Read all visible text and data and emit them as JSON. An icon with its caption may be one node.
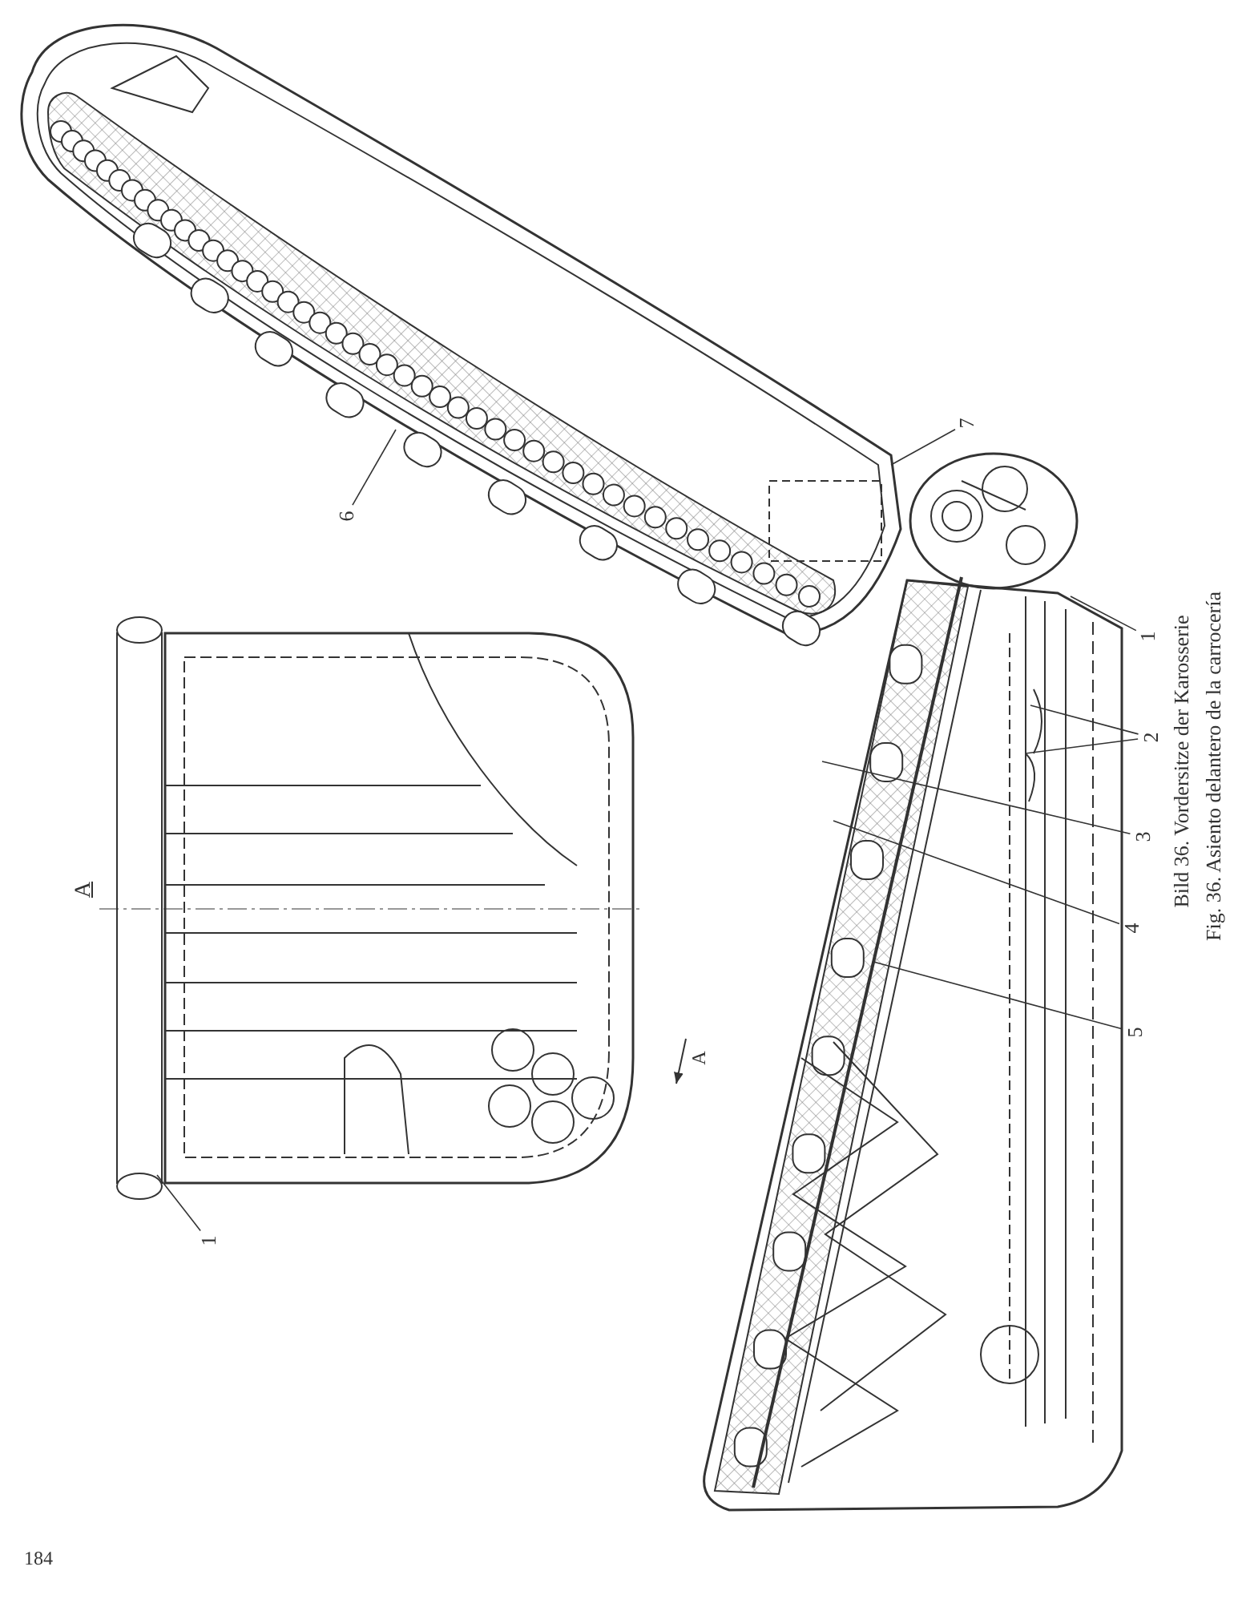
{
  "diagram": {
    "caption": "Bild 36. Vordersitze der Karosserie",
    "nodes": [
      {
        "text": [
          "6"
        ]
      },
      {
        "text": [
          "7"
        ]
      },
      {
        "text": [
          "1"
        ]
      },
      {
        "text": [
          "1"
        ]
      },
      {
        "text": [
          "2"
        ]
      },
      {
        "text": [
          "3"
        ]
      },
      {
        "text": [
          "4"
        ]
      },
      {
        "text": [
          "5"
        ]
      }
    ],
    "edges": [
      {
        "from": 0,
        "to": null,
        "arrow": "none"
      },
      {
        "from": 1,
        "to": null,
        "arrow": "none"
      },
      {
        "from": 2,
        "to": null,
        "arrow": "none"
      },
      {
        "from": 3,
        "to": null,
        "arrow": "none"
      },
      {
        "from": 4,
        "to": null,
        "arrow": "none"
      },
      {
        "from": 4,
        "to": null,
        "arrow": "none"
      },
      {
        "from": 5,
        "to": null,
        "arrow": "none"
      },
      {
        "from": 6,
        "to": null,
        "arrow": "none"
      },
      {
        "from": 7,
        "to": null,
        "arrow": "none"
      }
    ],
    "labels": [
      "A",
      "A",
      "Fig. 36. Asiento delantero de la carrocería",
      "184"
    ]
  }
}
